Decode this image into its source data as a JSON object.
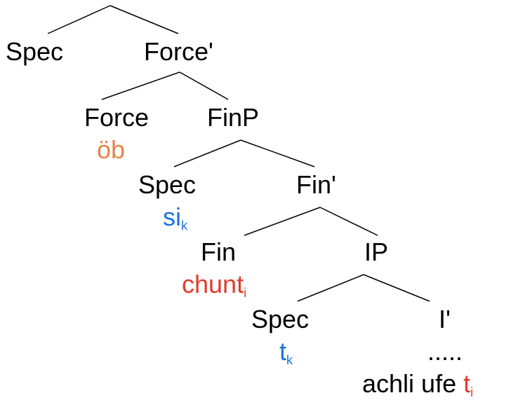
{
  "colors": {
    "node": "#000000",
    "force_word": "#e8834a",
    "pronoun": "#1a73d9",
    "verb": "#e23b2b",
    "line": "#000000"
  },
  "tree": {
    "spec_top": "Spec",
    "force_bar": "Force'",
    "force": "Force",
    "force_word": "öb",
    "finp": "FinP",
    "spec_fin": "Spec",
    "pronoun": "si",
    "pronoun_index": "k",
    "fin_bar": "Fin'",
    "fin": "Fin",
    "verb": "chunt",
    "verb_index": "i",
    "ip": "IP",
    "spec_ip": "Spec",
    "trace_k": "t",
    "trace_k_index": "k",
    "i_bar": "I'",
    "ellipsis": ".....",
    "vp_words": "achli ufe",
    "trace_i": "t",
    "trace_i_index": "i"
  }
}
